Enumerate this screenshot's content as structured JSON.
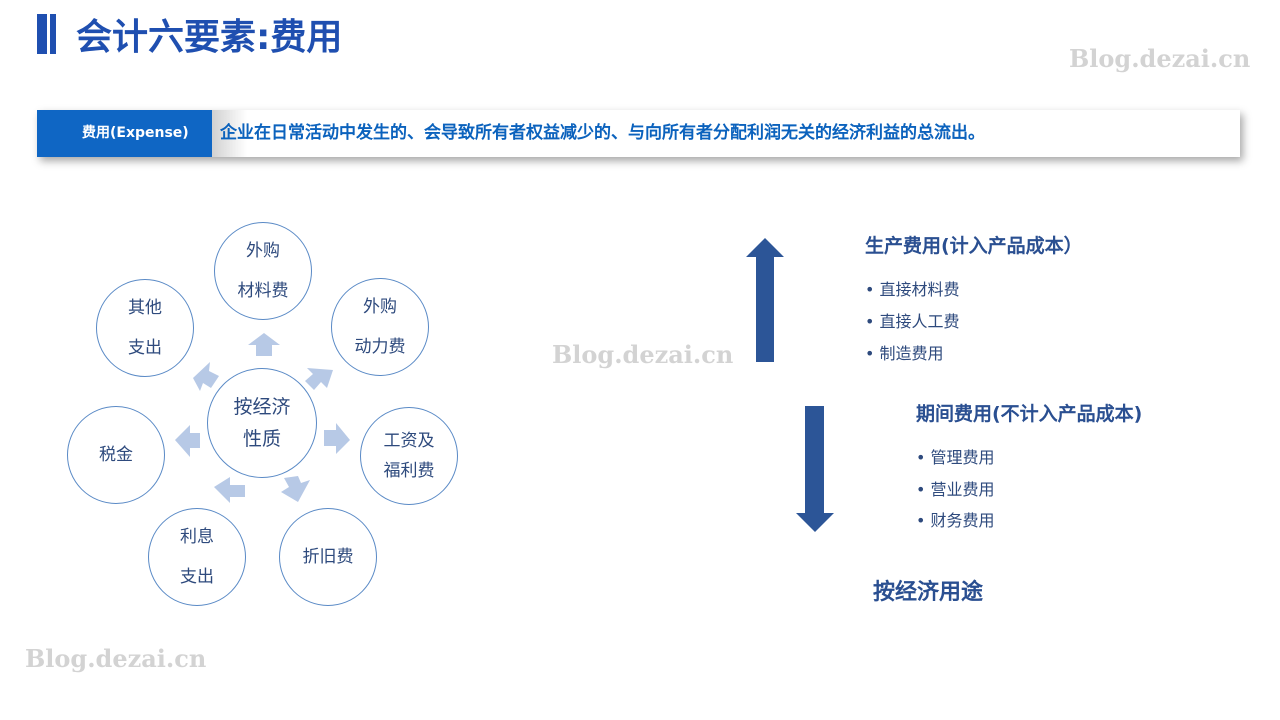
{
  "title": "会计六要素:费用",
  "watermark": "Blog.dezai.cn",
  "definition": {
    "label": "费用(Expense)",
    "text": "企业在日常活动中发生的、会导致所有者权益减少的、与向所有者分配利润无关的经济利益的总流出。"
  },
  "nature_diagram": {
    "center": [
      "按经济",
      "性质"
    ],
    "items": [
      [
        "外购",
        "材料费"
      ],
      [
        "外购",
        "动力费"
      ],
      [
        "工资及",
        "福利费"
      ],
      [
        "折旧费"
      ],
      [
        "利息",
        "支出"
      ],
      [
        "税金"
      ],
      [
        "其他",
        "支出"
      ]
    ]
  },
  "production_costs": {
    "title": "生产费用(计入产品成本）",
    "items": [
      "直接材料费",
      "直接人工费",
      "制造费用"
    ]
  },
  "period_costs": {
    "title": "期间费用(不计入产品成本)",
    "items": [
      "管理费用",
      "营业费用",
      "财务费用"
    ]
  },
  "purpose_label": "按经济用途",
  "colors": {
    "title_blue": "#1f4fb0",
    "label_blue": "#0f66c4",
    "arrow_blue": "#2c5597",
    "ring_arrow": "#b7c9e6"
  }
}
